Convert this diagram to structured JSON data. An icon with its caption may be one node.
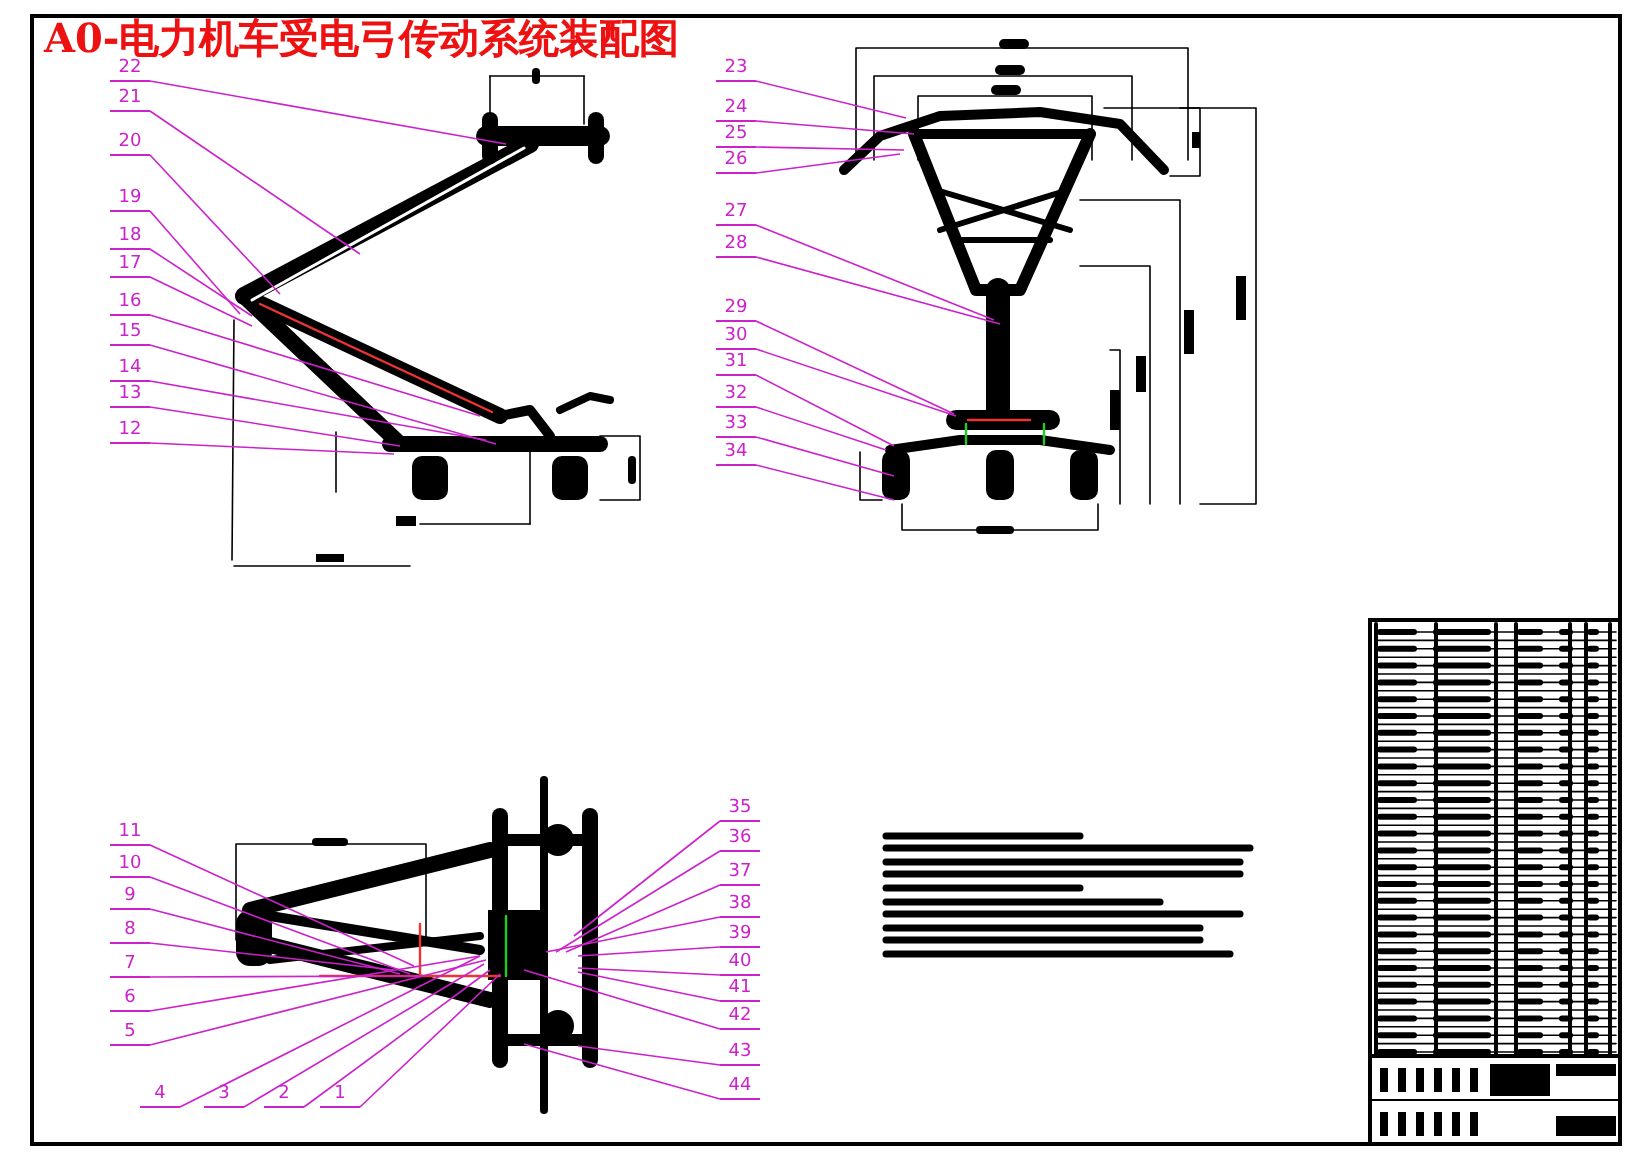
{
  "diagram": {
    "title": "A0-电力机车受电弓传动系统装配图",
    "nodes": [
      {
        "text": [
          "1"
        ]
      },
      {
        "text": [
          "2"
        ]
      },
      {
        "text": [
          "3"
        ]
      },
      {
        "text": [
          "4"
        ]
      },
      {
        "text": [
          "5"
        ]
      },
      {
        "text": [
          "6"
        ]
      },
      {
        "text": [
          "7"
        ]
      },
      {
        "text": [
          "8"
        ]
      },
      {
        "text": [
          "9"
        ]
      },
      {
        "text": [
          "10"
        ]
      },
      {
        "text": [
          "11"
        ]
      },
      {
        "text": [
          "12"
        ]
      },
      {
        "text": [
          "13"
        ]
      },
      {
        "text": [
          "14"
        ]
      },
      {
        "text": [
          "15"
        ]
      },
      {
        "text": [
          "16"
        ]
      },
      {
        "text": [
          "17"
        ]
      },
      {
        "text": [
          "18"
        ]
      },
      {
        "text": [
          "19"
        ]
      },
      {
        "text": [
          "20"
        ]
      },
      {
        "text": [
          "21"
        ]
      },
      {
        "text": [
          "22"
        ]
      },
      {
        "text": [
          "23"
        ]
      },
      {
        "text": [
          "24"
        ]
      },
      {
        "text": [
          "25"
        ]
      },
      {
        "text": [
          "26"
        ]
      },
      {
        "text": [
          "27"
        ]
      },
      {
        "text": [
          "28"
        ]
      },
      {
        "text": [
          "29"
        ]
      },
      {
        "text": [
          "30"
        ]
      },
      {
        "text": [
          "31"
        ]
      },
      {
        "text": [
          "32"
        ]
      },
      {
        "text": [
          "33"
        ]
      },
      {
        "text": [
          "34"
        ]
      },
      {
        "text": [
          "35"
        ]
      },
      {
        "text": [
          "36"
        ]
      },
      {
        "text": [
          "37"
        ]
      },
      {
        "text": [
          "38"
        ]
      },
      {
        "text": [
          "39"
        ]
      },
      {
        "text": [
          "40"
        ]
      },
      {
        "text": [
          "41"
        ]
      },
      {
        "text": [
          "42"
        ]
      },
      {
        "text": [
          "43"
        ]
      },
      {
        "text": [
          "44"
        ]
      }
    ],
    "edges": [
      {
        "from": 0,
        "to": null,
        "arrow": "none"
      },
      {
        "from": 1,
        "to": null,
        "arrow": "none"
      },
      {
        "from": 2,
        "to": null,
        "arrow": "none"
      },
      {
        "from": 3,
        "to": null,
        "arrow": "none"
      },
      {
        "from": 4,
        "to": null,
        "arrow": "none"
      },
      {
        "from": 5,
        "to": null,
        "arrow": "none"
      },
      {
        "from": 6,
        "to": null,
        "arrow": "none"
      },
      {
        "from": 7,
        "to": null,
        "arrow": "none"
      },
      {
        "from": 8,
        "to": null,
        "arrow": "none"
      },
      {
        "from": 9,
        "to": null,
        "arrow": "none"
      },
      {
        "from": 10,
        "to": null,
        "arrow": "none"
      },
      {
        "from": 11,
        "to": null,
        "arrow": "none"
      },
      {
        "from": 12,
        "to": null,
        "arrow": "none"
      },
      {
        "from": 13,
        "to": null,
        "arrow": "none"
      },
      {
        "from": 14,
        "to": null,
        "arrow": "none"
      },
      {
        "from": 15,
        "to": null,
        "arrow": "none"
      },
      {
        "from": 16,
        "to": null,
        "arrow": "none"
      },
      {
        "from": 17,
        "to": null,
        "arrow": "none"
      },
      {
        "from": 18,
        "to": null,
        "arrow": "none"
      },
      {
        "from": 19,
        "to": null,
        "arrow": "none"
      },
      {
        "from": 20,
        "to": null,
        "arrow": "none"
      },
      {
        "from": 21,
        "to": null,
        "arrow": "none"
      },
      {
        "from": 22,
        "to": null,
        "arrow": "none"
      },
      {
        "from": 23,
        "to": null,
        "arrow": "none"
      },
      {
        "from": 24,
        "to": null,
        "arrow": "none"
      },
      {
        "from": 25,
        "to": null,
        "arrow": "none"
      },
      {
        "from": 26,
        "to": null,
        "arrow": "none"
      },
      {
        "from": 27,
        "to": null,
        "arrow": "none"
      },
      {
        "from": 28,
        "to": null,
        "arrow": "none"
      },
      {
        "from": 29,
        "to": null,
        "arrow": "none"
      },
      {
        "from": 30,
        "to": null,
        "arrow": "none"
      },
      {
        "from": 31,
        "to": null,
        "arrow": "none"
      },
      {
        "from": 32,
        "to": null,
        "arrow": "none"
      },
      {
        "from": 33,
        "to": null,
        "arrow": "none"
      },
      {
        "from": 34,
        "to": null,
        "arrow": "none"
      },
      {
        "from": 35,
        "to": null,
        "arrow": "none"
      },
      {
        "from": 36,
        "to": null,
        "arrow": "none"
      },
      {
        "from": 37,
        "to": null,
        "arrow": "none"
      },
      {
        "from": 38,
        "to": null,
        "arrow": "none"
      },
      {
        "from": 39,
        "to": null,
        "arrow": "none"
      },
      {
        "from": 40,
        "to": null,
        "arrow": "none"
      },
      {
        "from": 41,
        "to": null,
        "arrow": "none"
      },
      {
        "from": 42,
        "to": null,
        "arrow": "none"
      },
      {
        "from": 43,
        "to": null,
        "arrow": "none"
      }
    ]
  }
}
